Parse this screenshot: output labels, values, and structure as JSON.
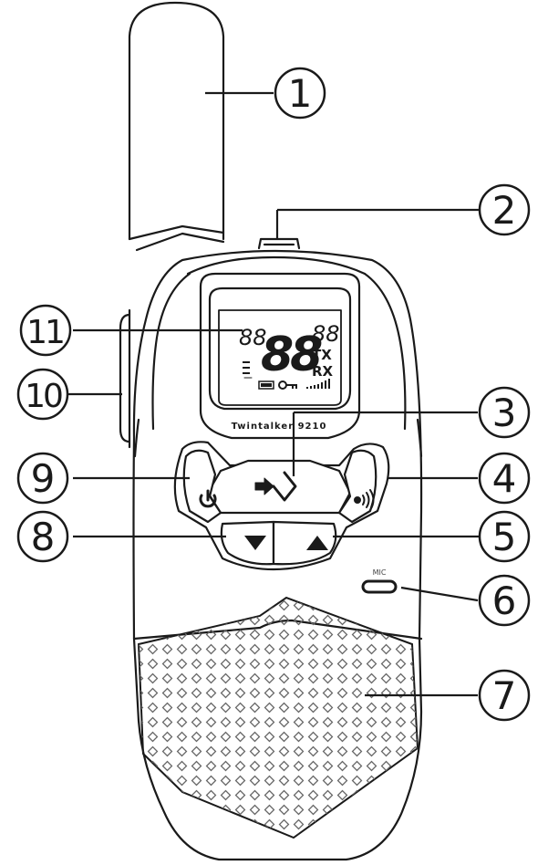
{
  "device": {
    "model_label": "Twintalker 9210",
    "mic_label": "MIC",
    "lcd": {
      "left_digits": "88",
      "main_digits": "88",
      "right_digits": "88",
      "tx": "TX",
      "rx": "RX"
    },
    "keys": {
      "menu_icon": "menu-enter-icon",
      "power_icon": "power-icon",
      "call_icon": "call-icon",
      "down_icon": "down-arrow-icon",
      "up_icon": "up-arrow-icon"
    }
  },
  "callouts": [
    {
      "id": "antenna",
      "number": "1"
    },
    {
      "id": "top-connector",
      "number": "2"
    },
    {
      "id": "menu-button",
      "number": "3"
    },
    {
      "id": "call-button",
      "number": "4"
    },
    {
      "id": "up-button",
      "number": "5"
    },
    {
      "id": "microphone",
      "number": "6"
    },
    {
      "id": "speaker",
      "number": "7"
    },
    {
      "id": "down-button",
      "number": "8"
    },
    {
      "id": "power-button",
      "number": "9"
    },
    {
      "id": "ptt-button",
      "number": "10"
    },
    {
      "id": "lcd-display",
      "number": "11"
    }
  ],
  "colors": {
    "outline": "#1a1a1a",
    "fill": "#ffffff",
    "grille": "#666666"
  }
}
